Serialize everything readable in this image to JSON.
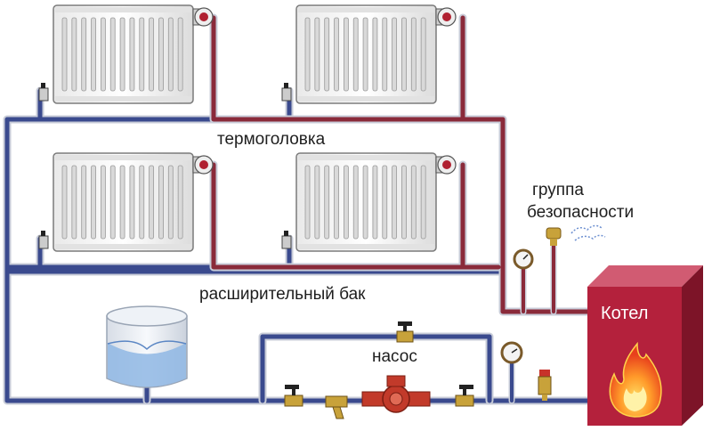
{
  "labels": {
    "thermo_head": "термоголовка",
    "safety_group_line1": "группа",
    "safety_group_line2": "безопасности",
    "expansion_tank": "расширительный бак",
    "pump": "насос",
    "boiler": "Котел"
  },
  "colors": {
    "supply_pipe": "#8a2a3a",
    "return_pipe": "#3a4a8e",
    "pipe_outline": "#c8ccd8",
    "radiator_fill": "#f7f7f7",
    "radiator_stroke": "#7b7b7b",
    "boiler_front": "#b4213c",
    "boiler_side": "#7d1428",
    "boiler_top": "#d15b72",
    "flame": "#f0571e",
    "tank_water": "#8fb7e4",
    "pump_body": "#c23a2a",
    "valve_handle": "#222222",
    "brass": "#c8a23a"
  },
  "icons": {
    "thermostatic_head": "thermo-head-icon",
    "air_vent": "air-vent-icon",
    "pressure_gauge": "pressure-gauge-icon",
    "flame": "flame-icon",
    "ball_valve": "ball-valve-icon",
    "strainer": "strainer-icon",
    "circulation_pump": "circulation-pump-icon",
    "steam_puff": "steam-icon"
  }
}
